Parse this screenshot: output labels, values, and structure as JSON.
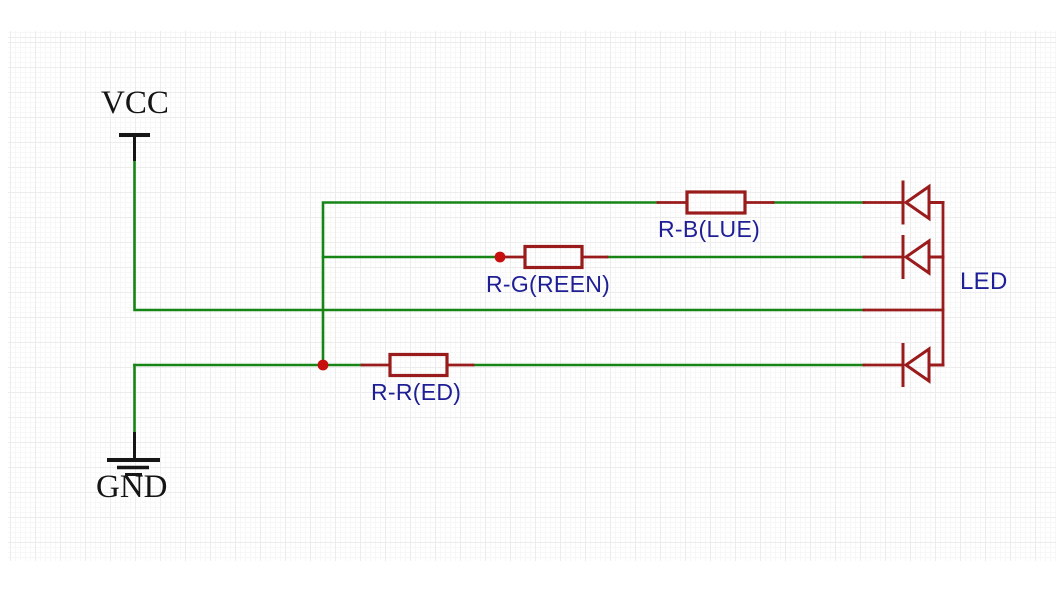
{
  "schematic": {
    "power_labels": {
      "vcc": "VCC",
      "gnd": "GND"
    },
    "resistor_labels": {
      "blue": "R-B(LUE)",
      "green": "R-G(REEN)",
      "red": "R-R(ED)"
    },
    "led_label": "LED",
    "led_diode_count": 3,
    "junction_dot_count": 2,
    "colors": {
      "wire": "#168516",
      "component_outline": "#9a1b1b",
      "junction_dot": "#c80f0f",
      "label_text": "#1e1e96",
      "power_symbol": "#161616",
      "grid_minor": "#f7f7f7",
      "grid_major": "#ececec",
      "background": "#ffffff"
    }
  }
}
